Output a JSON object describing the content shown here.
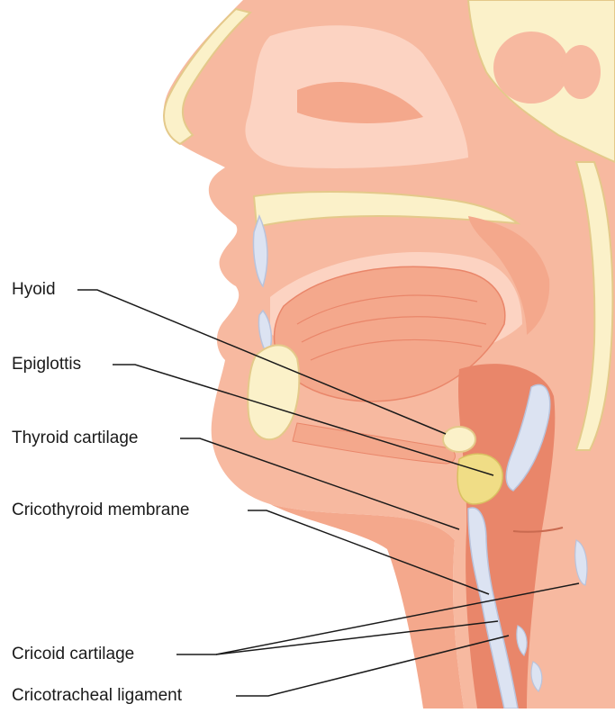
{
  "labels": {
    "hyoid": "Hyoid",
    "epiglottis": "Epiglottis",
    "thyroid_cartilage": "Thyroid cartilage",
    "cricothyroid_membrane": "Cricothyroid membrane",
    "cricoid_cartilage": "Cricoid cartilage",
    "cricotracheal_ligament": "Cricotracheal ligament"
  },
  "colors": {
    "skin": "#f7b9a0",
    "skin_light": "#fcd3c2",
    "tissue_deep": "#e9866a",
    "bone": "#fbf1c9",
    "bone_outline": "#e4c98a",
    "cartilage": "#dce3f2",
    "epiglottis_fill": "#f0dd86",
    "leader_line": "#1a1a1a"
  }
}
